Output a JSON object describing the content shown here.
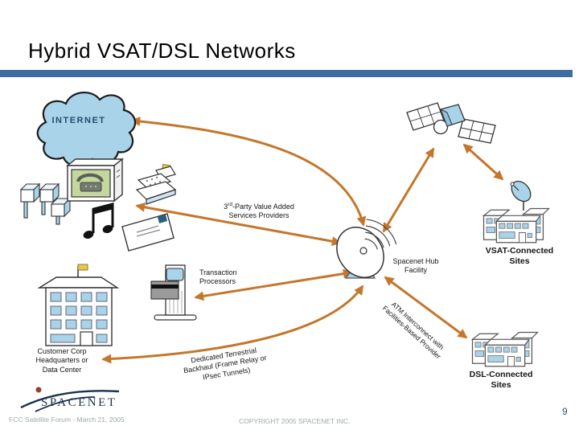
{
  "slide": {
    "title": "Hybrid VSAT/DSL Networks",
    "page_number": "9",
    "footer_left": "FCC Satellite Forum - March 21, 2005",
    "footer_center": "COPYRIGHT 2005 SPACENET INC.",
    "logo_text": "SPACENET"
  },
  "diagram": {
    "internet_label": "INTERNET",
    "third_party": {
      "num": "3",
      "sup": "rd",
      "line1_rest": "-Party Value Added",
      "line2": "Services Providers"
    },
    "transaction": {
      "line1": "Transaction",
      "line2": "Processors"
    },
    "hub": {
      "line1": "Spacenet Hub",
      "line2": "Facility"
    },
    "vsat_sites": {
      "line1": "VSAT-Connected",
      "line2": "Sites"
    },
    "dsl_sites": {
      "line1": "DSL-Connected",
      "line2": "Sites"
    },
    "customer": {
      "line1": "Customer Corp",
      "line2": "Headquarters or",
      "line3": "Data Center"
    },
    "backhaul": {
      "line1": "Dedicated Terrestrial",
      "line2": "Backhaul (Frame Relay or",
      "line3": "IPsec Tunnels)"
    },
    "atm": {
      "line1": "ATM Interconnect with",
      "line2": "Facilities-Based Provider"
    }
  },
  "colors": {
    "title_bar": "#3E6C9E",
    "arrow": "#C4762B",
    "clipart_blue": "#A9D3E8",
    "logo_navy": "#1B3150",
    "footer_gray": "#9FA8A8",
    "page_number_blue": "#33557F",
    "flag_yellow": "#E8C84C",
    "stamp_blue": "#2B5F7E",
    "screen_green": "#C3D89E"
  },
  "icons": {
    "internet_cloud": "cloud shape",
    "satellite": "satellite with solar panels",
    "hub_dish": "large ground-station dish",
    "vsat_dish": "small rooftop dish",
    "office_building": "multi-story building with flag",
    "site_buildings": "building cluster",
    "cubes": "stacked 3d boxes",
    "media_pc": "computer with phone on screen",
    "cash_register": "cash register",
    "music_notes": "beamed eighth notes",
    "envelope": "envelope with stamp",
    "logo_swoosh": "orbit swoosh with red dot"
  }
}
